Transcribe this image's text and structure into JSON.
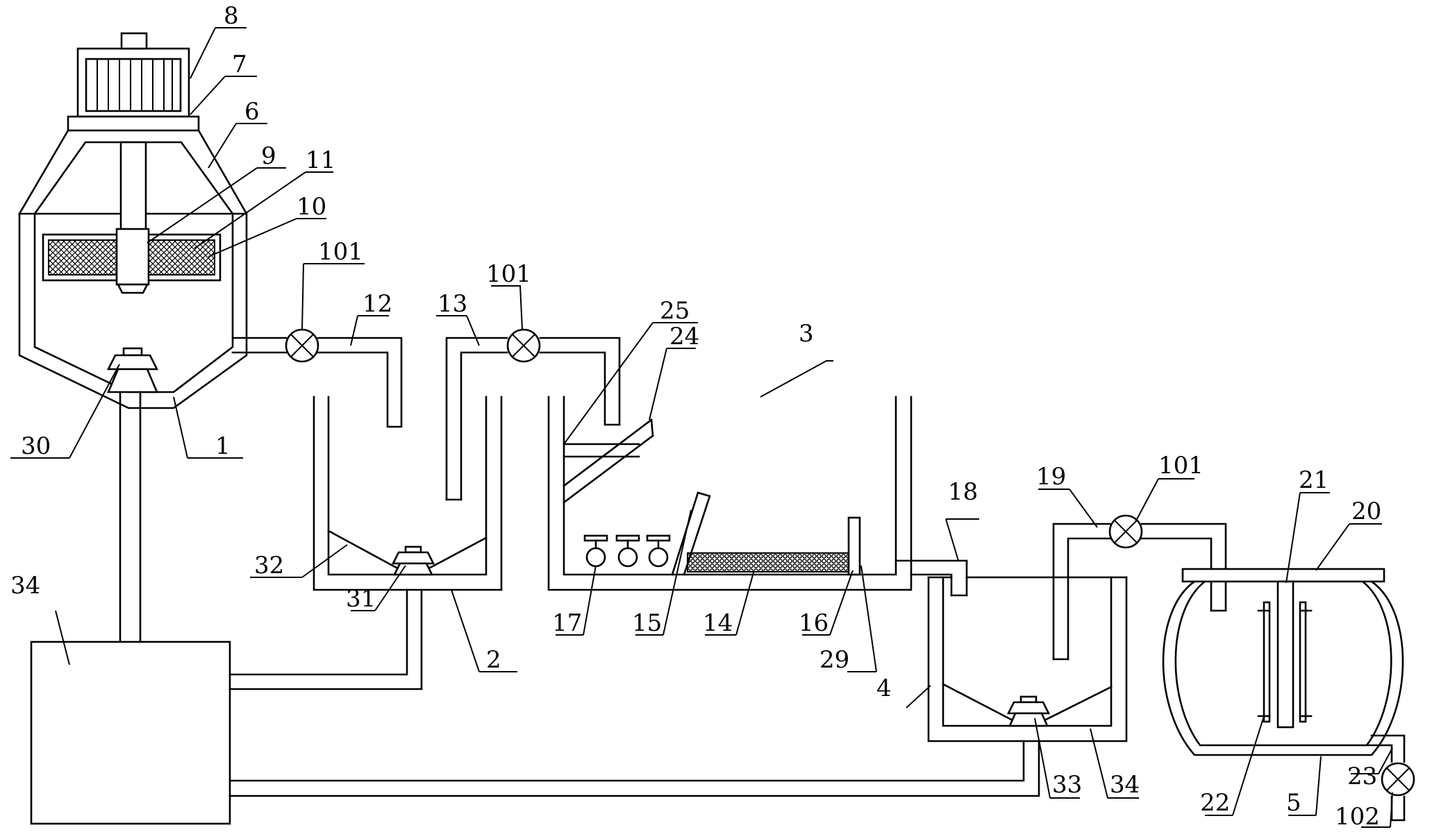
{
  "labels": {
    "l8": "8",
    "l7": "7",
    "l6": "6",
    "l9": "9",
    "l11": "11",
    "l10": "10",
    "l101a": "101",
    "l12": "12",
    "l13": "13",
    "l101b": "101",
    "l25": "25",
    "l24": "24",
    "l3": "3",
    "l30": "30",
    "l1": "1",
    "l32": "32",
    "l31": "31",
    "l2": "2",
    "l34a": "34",
    "l17": "17",
    "l15": "15",
    "l14": "14",
    "l16": "16",
    "l29": "29",
    "l18": "18",
    "l19": "19",
    "l101c": "101",
    "l21": "21",
    "l20": "20",
    "l4": "4",
    "l33": "33",
    "l34b": "34",
    "l22": "22",
    "l5": "5",
    "l23": "23",
    "l102": "102"
  }
}
